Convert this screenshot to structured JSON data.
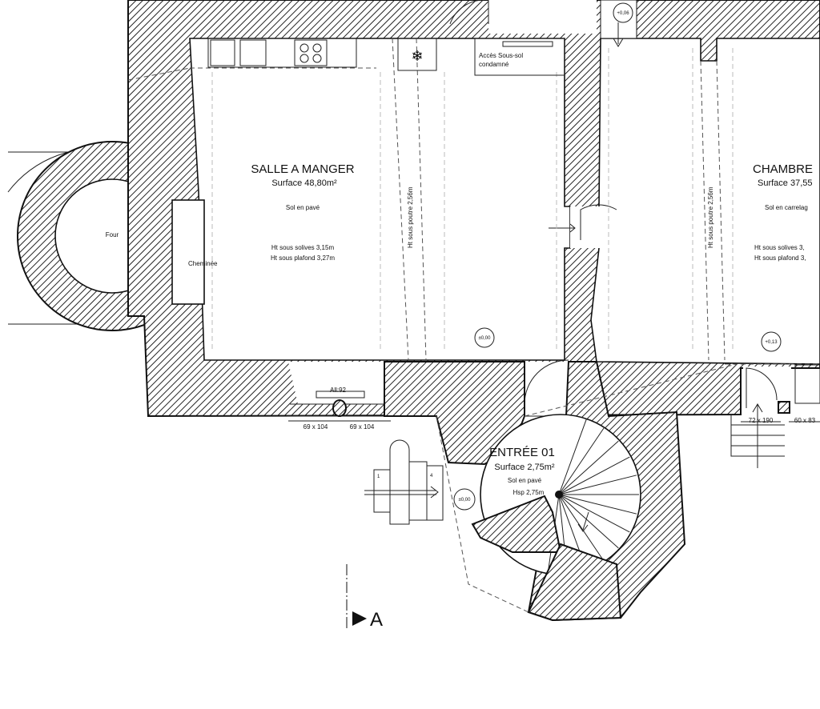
{
  "rooms": {
    "salle": {
      "name": "SALLE A MANGER",
      "surface": "Surface 48,80m²",
      "floor": "Sol en pavé",
      "h1": "Ht sous solives 3,15m",
      "h2": "Ht sous plafond 3,27m",
      "level": "±0,00"
    },
    "chambre": {
      "name": "CHAMBRE",
      "surface": "Surface 37,55",
      "floor": "Sol en carrelag",
      "h1": "Ht sous solives 3,",
      "h2": "Ht sous plafond 3,",
      "level": "+0,13"
    },
    "entree": {
      "name": "ENTRÉE 01",
      "surface": "Surface 2,75m²",
      "floor": "Sol en  pavé",
      "height": "Hsp 2,75m",
      "level": "±0,00"
    }
  },
  "labels": {
    "four": "Four",
    "cheminee": "Cheminée",
    "acces_line1": "Accès Sous-sol",
    "acces_line2": "condamné",
    "poutre_left": "Ht sous poutre 2,56m",
    "poutre_right": "Ht sous poutre 2,56m",
    "top_level": "+0,06",
    "window_label": "All:92",
    "window_dim_1": "69 x 104",
    "window_dim_2": "69 x 104",
    "door_dim_1": "72 x 190",
    "door_dim_2": "60 x 83",
    "section_marker": "A",
    "step_1": "1",
    "step_4": "4"
  }
}
